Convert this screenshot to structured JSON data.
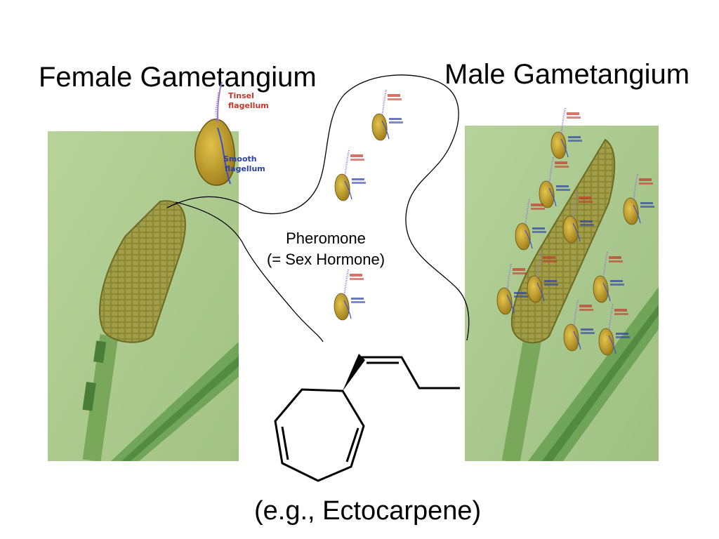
{
  "slide": {
    "female_title": "Female Gametangium",
    "male_title": "Male Gametangium",
    "pheromone_line1": "Pheromone",
    "pheromone_line2": "(= Sex Hormone)",
    "molecule_caption": "(e.g., Ectocarpene)",
    "gamete_labels": {
      "tinsel_line1": "Tinsel",
      "tinsel_line2": "flagellum",
      "smooth_line1": "Smooth",
      "smooth_line2": "flagellum"
    }
  },
  "colors": {
    "micrograph_bg": "#a9c98a",
    "gametangium": "#7a7a2a",
    "gamete": "#c9a227",
    "tinsel_flagellum": "#9b7bd0",
    "smooth_flagellum": "#3a4fd0",
    "tinsel_label": "#c0392b",
    "smooth_label": "#2c3ea8"
  }
}
